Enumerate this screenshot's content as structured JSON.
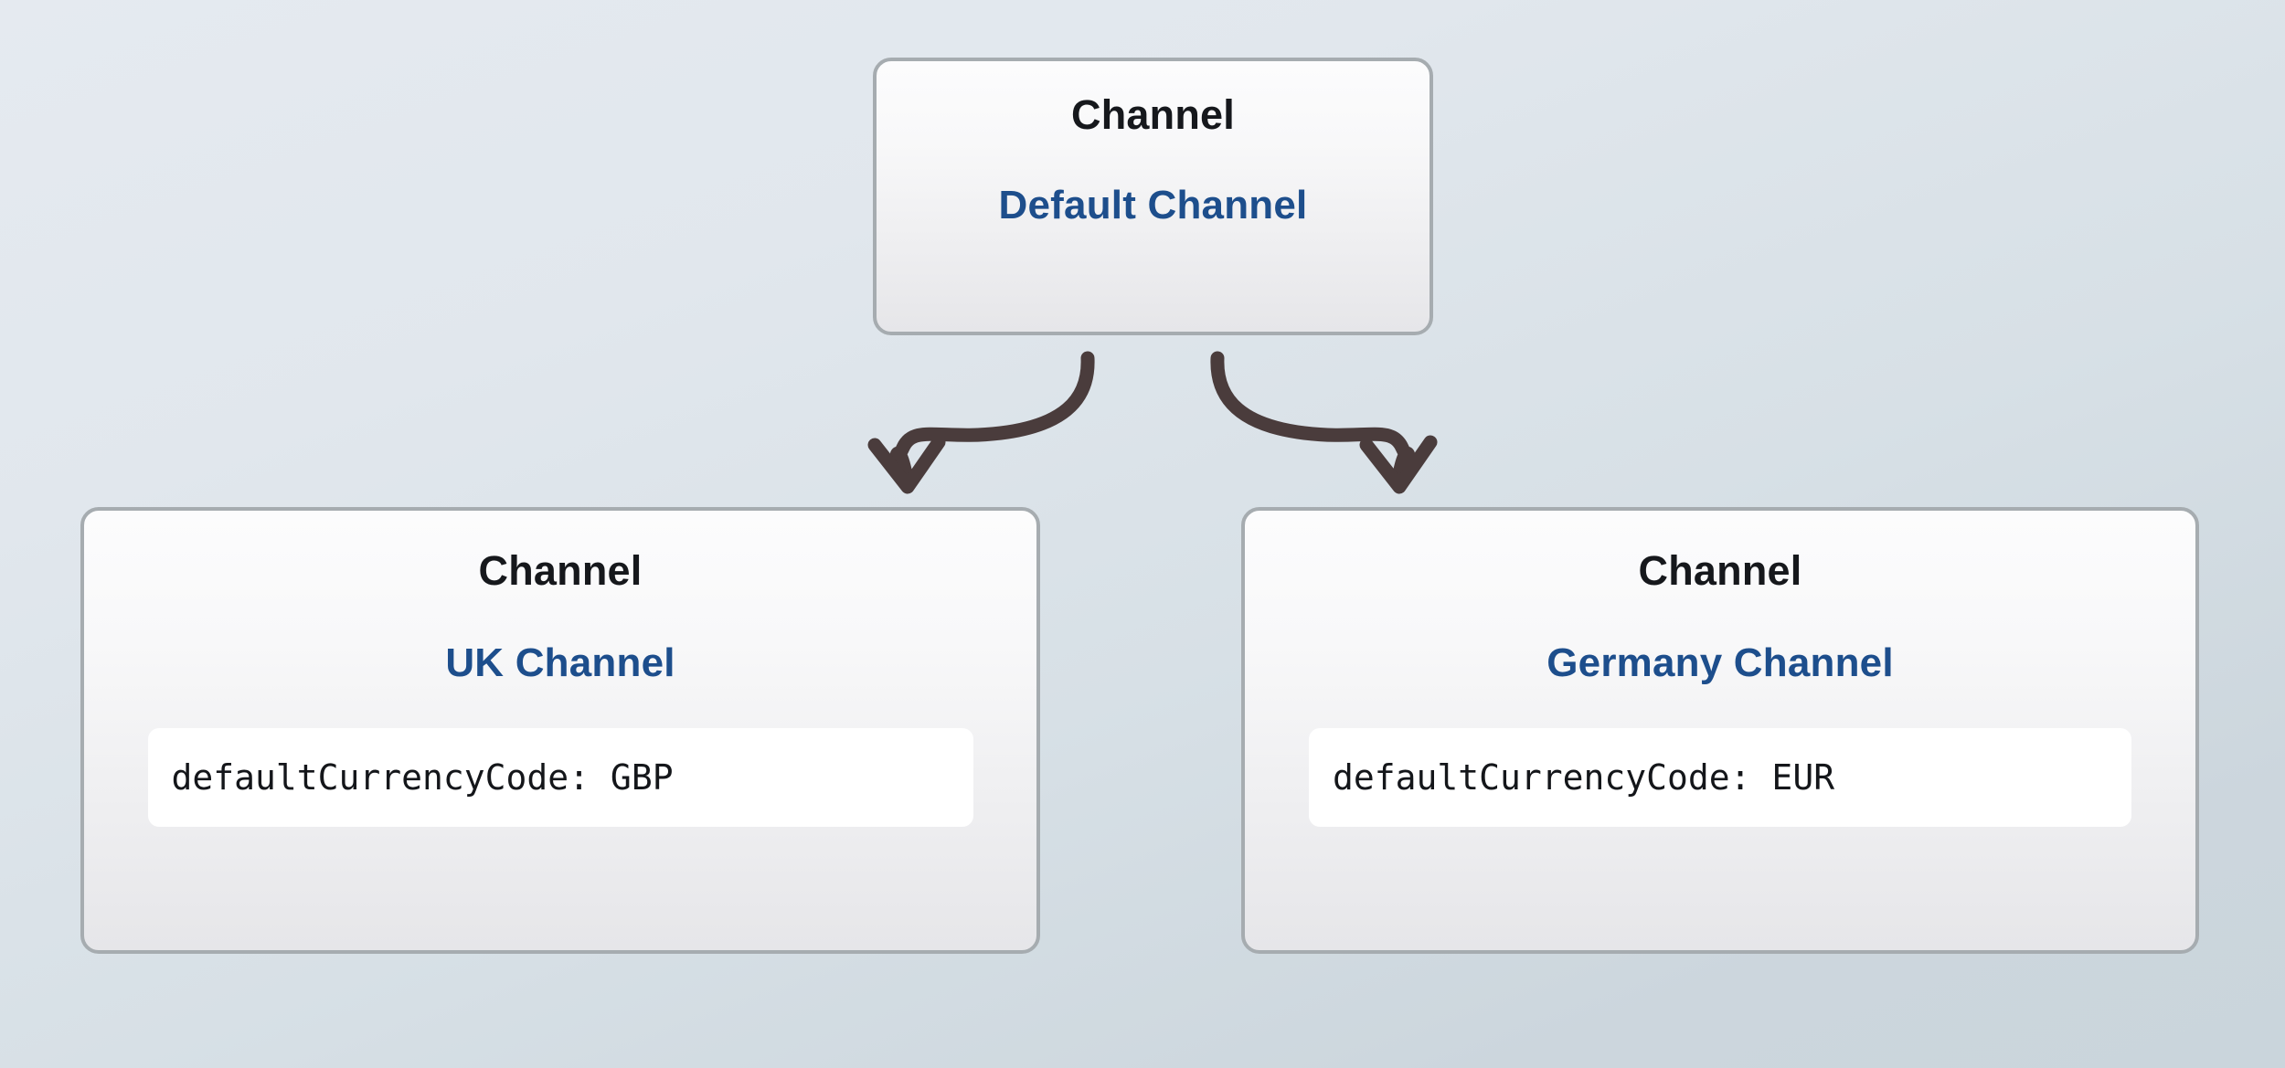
{
  "diagram": {
    "type": "entity-hierarchy",
    "background_color_top_left": "#e5eaf0",
    "background_color_bottom_right": "#ccd6dd",
    "node_border_color": "#a6acb0",
    "node_type_color": "#16181c",
    "node_name_color": "#1d4e8c",
    "attribute_pill_color": "#ffffff",
    "arrow_color": "#4a3c3c",
    "nodes": [
      {
        "id": "root",
        "entity_type": "Channel",
        "entity_name": "Default Channel",
        "attributes": []
      },
      {
        "id": "uk",
        "entity_type": "Channel",
        "entity_name": "UK Channel",
        "attributes": [
          {
            "label": "defaultCurrencyCode: GBP",
            "key": "defaultCurrencyCode",
            "value": "GBP"
          }
        ]
      },
      {
        "id": "germany",
        "entity_type": "Channel",
        "entity_name": "Germany Channel",
        "attributes": [
          {
            "label": "defaultCurrencyCode: EUR",
            "key": "defaultCurrencyCode",
            "value": "EUR"
          }
        ]
      }
    ],
    "edges": [
      {
        "id": "root-to-uk",
        "from": "root",
        "to": "uk",
        "style": "curved-arrow",
        "direction": "down-left"
      },
      {
        "id": "root-to-germany",
        "from": "root",
        "to": "germany",
        "style": "curved-arrow",
        "direction": "down-right"
      }
    ]
  }
}
